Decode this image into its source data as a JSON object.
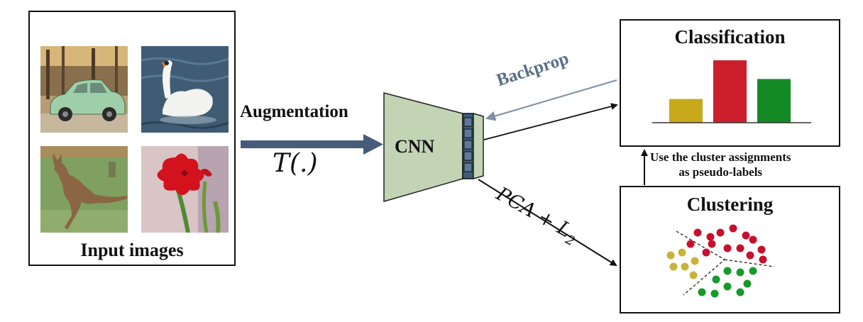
{
  "input_panel": {
    "label": "Input images"
  },
  "images": [
    {
      "name": "car",
      "icon": "car-photo"
    },
    {
      "name": "swan",
      "icon": "swan-photo"
    },
    {
      "name": "kangaroo",
      "icon": "kangaroo-photo"
    },
    {
      "name": "flower",
      "icon": "flower-photo"
    }
  ],
  "augmentation": {
    "label": "Augmentation",
    "function": "T(.)"
  },
  "cnn": {
    "label": "CNN",
    "fill": "#c2d4b4",
    "feature_fill": "#3f5a77"
  },
  "backprop": {
    "label": "Backprop",
    "color": "#5b6f8a"
  },
  "pca": {
    "text": "PCA + L",
    "subscript": "2"
  },
  "classification": {
    "title": "Classification",
    "bars": [
      {
        "value": 0.38,
        "color": "#c8a91c"
      },
      {
        "value": 1.0,
        "color": "#cc1f2e"
      },
      {
        "value": 0.7,
        "color": "#148a24"
      }
    ]
  },
  "assignments": {
    "line1": "Use the cluster assignments",
    "line2": "as pseudo-labels"
  },
  "clustering": {
    "title": "Clustering",
    "colors": {
      "red": "#c8102e",
      "yellow": "#c8b23a",
      "green": "#169a2a"
    }
  }
}
